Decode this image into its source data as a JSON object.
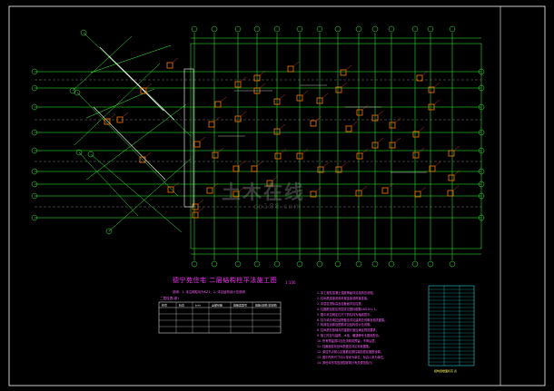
{
  "drawing": {
    "title": "德宁苑住宅 二层结构柱平法施工图",
    "scale": "1:100",
    "note_line": "说明：1. 未注明柱均为KZ1，2. 详见结构设计总说明",
    "table_caption": "二层柱表(参)",
    "table_headers": [
      "柱号",
      "标高",
      "b×h",
      "全部纵筋",
      "箍筋类型号",
      "箍筋(加密/非加密)"
    ],
    "notes": [
      "1. 本工程柱混凝土强度等级详见结构总说明。",
      "2. 柱纵筋连接采用机械连接或焊接连接。",
      "3. 本层柱顶标高及柱截面详见柱表。",
      "4. 柱箍筋加密区范围详见国标图集16G101-1。",
      "5. 图中未注明定位尺寸的柱均为轴线居中。",
      "6. 柱与填充墙拉结筋做法详见建筑总说明及相关图集。",
      "7. 构造柱设置及配筋详见结构设计总说明。",
      "8. 柱纵筋在基础内的锚固长度应满足规范要求。",
      "9. 施工时应与建筑、水电、暖通等专业图纸配合。",
      "10. 所有预留洞口应在浇筑前预留，不得后凿。",
      "11. 柱截面变化处纵筋做法详见标准图集。",
      "12. 梁柱节点核心区箍筋应按柱端加密区箍筋设置。",
      "13. 图中所有尺寸均以毫米为单位，标高以米为单位。",
      "14. 其他未尽事宜按国家现行有关规范执行。"
    ],
    "panel_caption": "结构层楼面标高 表"
  },
  "watermark": {
    "main": "土木在线",
    "sub": "co188.com"
  },
  "colors": {
    "background": "#000000",
    "grid": "#33ff33",
    "column": "#ff7700",
    "text_magenta": "#ff33ff",
    "white": "#ffffff",
    "cyan": "#33ffff",
    "yellow": "#ffff66"
  }
}
